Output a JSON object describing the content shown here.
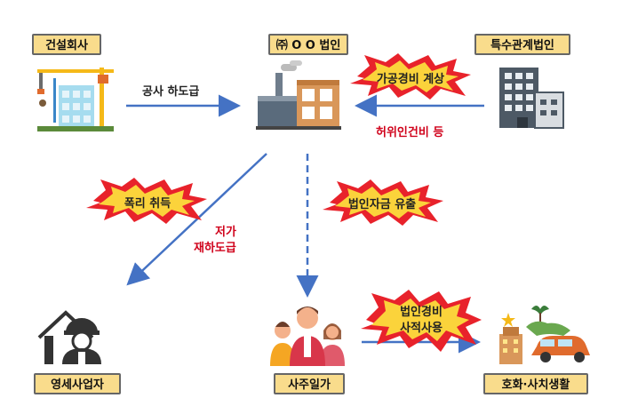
{
  "nodes": {
    "construction": "건설회사",
    "corporation": "㈜ O O 법인",
    "special": "특수관계법인",
    "small_business": "영세사업자",
    "owner_family": "사주일가",
    "luxury": "호화·사치생활"
  },
  "edges": {
    "subcontract": "공사 하도급",
    "fake_cost": "가공경비 계상",
    "fake_labor": "허위인건비 등",
    "profit": "폭리 취득",
    "low_price_line1": "저가",
    "low_price_line2": "재하도급",
    "outflow": "법인자금 유출",
    "private_line1": "법인경비",
    "private_line2": "사적사용"
  },
  "colors": {
    "box_fill": "#f9dc8c",
    "arrow": "#4472c4",
    "burst_red": "#e8222b",
    "burst_yellow": "#fbd33b",
    "emphasis_red": "#d0021b"
  },
  "icons": [
    "construction-crane-icon",
    "factory-icon",
    "office-building-icon",
    "worker-house-icon",
    "family-icon",
    "luxury-lifestyle-icon"
  ]
}
